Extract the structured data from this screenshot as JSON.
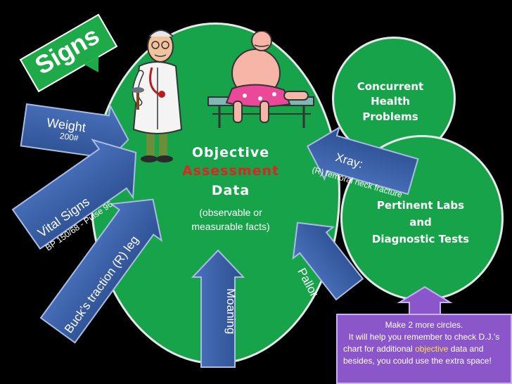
{
  "signs_box": {
    "label": "Signs"
  },
  "main_circle": {
    "line1": "Objective",
    "line2": "Assessment",
    "line3": "Data",
    "sub1": "(observable  or",
    "sub2": "measurable facts)"
  },
  "concurrent_circle": {
    "line1": "Concurrent",
    "line2": "Health",
    "line3": "Problems"
  },
  "labs_circle": {
    "line1": "Pertinent Labs",
    "line2": "and",
    "line3": "Diagnostic Tests"
  },
  "arrows": {
    "weight": {
      "title": "Weight",
      "value": "200#"
    },
    "vitals": {
      "title": "Vital Signs",
      "value": "BP 150/68 - Pulse 96"
    },
    "traction": {
      "title": "Buck’s traction (R) leg"
    },
    "moaning": {
      "title": "Moaning"
    },
    "pallor": {
      "title": "Pallor"
    },
    "xray": {
      "title": "Xray:",
      "value": "(R) femoral  neck fracture"
    }
  },
  "note": {
    "line1": "Make 2 more circles.",
    "line2": "It will help you remember to check D.J.’s",
    "line3_a": "chart  for  additional ",
    "line3_b": "objective",
    "line3_c": " data  and",
    "line4": "besides, you could use the extra space!"
  },
  "colors": {
    "green": "#16a34a",
    "blue_arrow": "#3a62ab",
    "red_text": "#dc2626",
    "note_bg": "#8a56c9"
  }
}
